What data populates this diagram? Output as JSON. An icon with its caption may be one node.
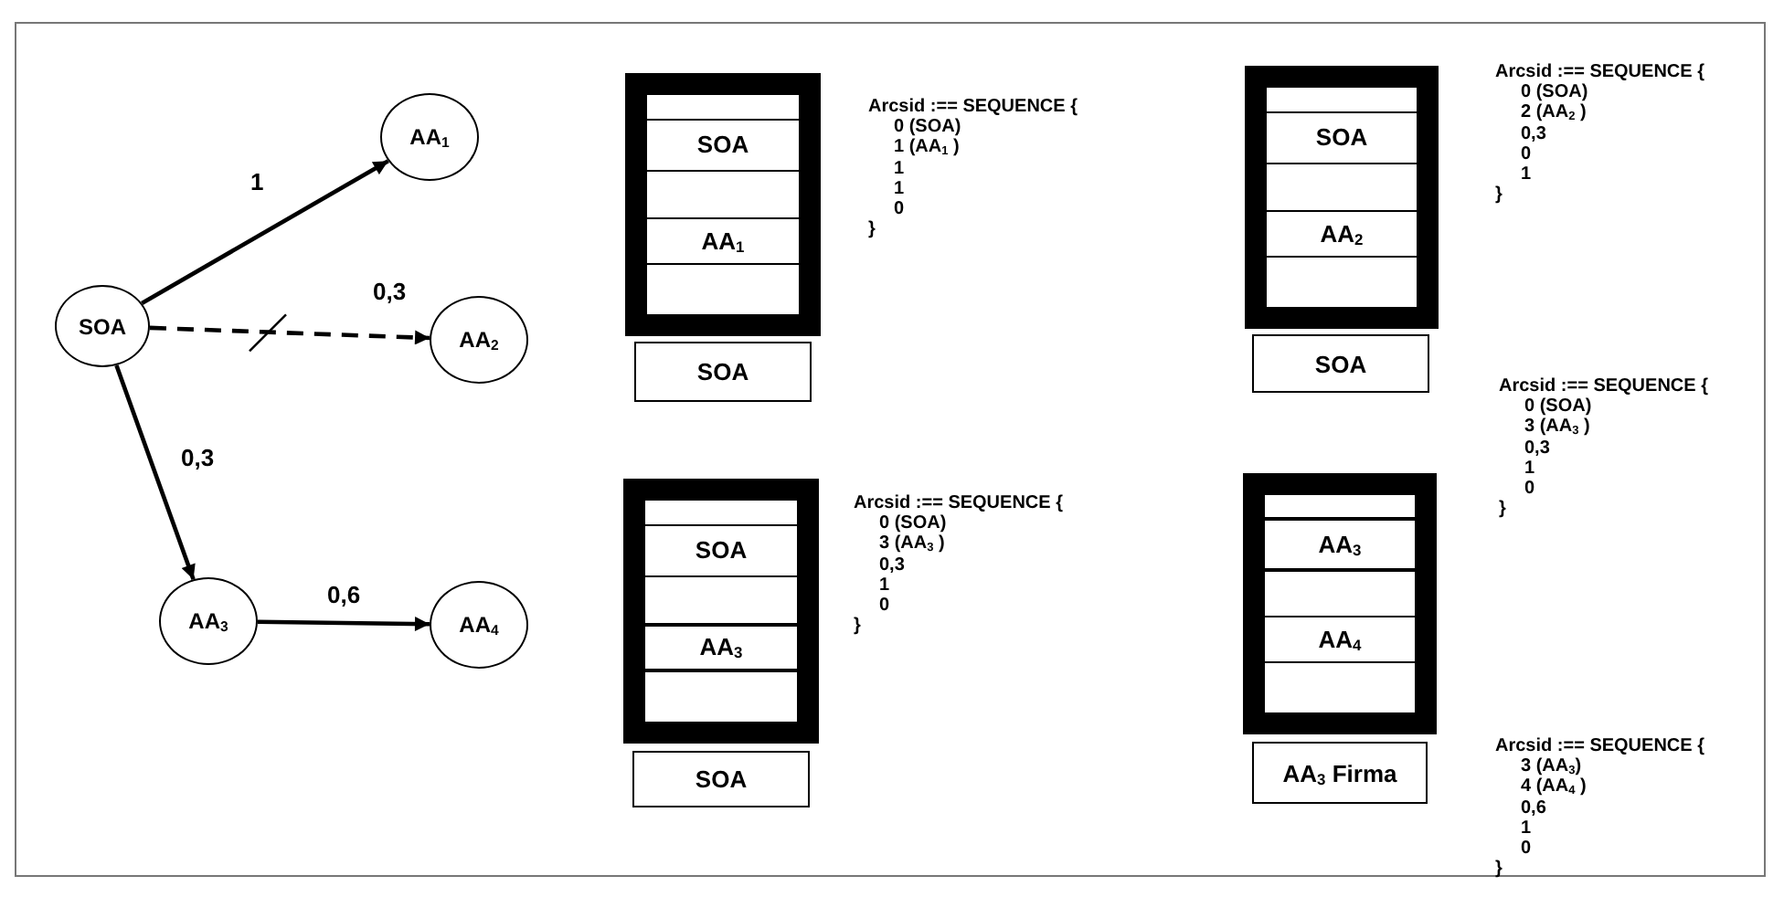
{
  "diagram": {
    "nodes": [
      {
        "text": [
          "SOA"
        ]
      },
      {
        "text": [
          "AA$_{1}$"
        ]
      },
      {
        "text": [
          "AA$_{2}$"
        ]
      },
      {
        "text": [
          "AA$_{3}$"
        ]
      },
      {
        "text": [
          "AA$_{4}$"
        ]
      },
      {
        "text": [],
        "shape": "box"
      },
      {
        "text": [],
        "shape": "box",
        "in": 5
      },
      {
        "text": [
          "SOA"
        ],
        "in": 5
      },
      {
        "text": [],
        "shape": "box",
        "in": 5
      },
      {
        "text": [
          "AA$_{1}$"
        ],
        "in": 5
      },
      {
        "text": [],
        "shape": "box",
        "in": 5
      },
      {
        "text": [
          "SOA"
        ]
      },
      {
        "text": [],
        "shape": "box"
      },
      {
        "text": [],
        "shape": "box",
        "in": 12
      },
      {
        "text": [
          "SOA"
        ],
        "in": 12
      },
      {
        "text": [],
        "shape": "box",
        "in": 12
      },
      {
        "text": [
          "AA$_{2}$"
        ],
        "in": 12
      },
      {
        "text": [],
        "shape": "box",
        "in": 12
      },
      {
        "text": [
          "SOA"
        ]
      },
      {
        "text": [],
        "shape": "box"
      },
      {
        "text": [],
        "shape": "box",
        "in": 19
      },
      {
        "text": [
          "SOA"
        ],
        "in": 19
      },
      {
        "text": [],
        "shape": "box",
        "in": 19
      },
      {
        "text": [
          "AA$_{3}$"
        ],
        "in": 19
      },
      {
        "text": [],
        "shape": "box",
        "in": 19
      },
      {
        "text": [
          "SOA"
        ]
      },
      {
        "text": [],
        "shape": "box"
      },
      {
        "text": [],
        "shape": "box",
        "in": 26
      },
      {
        "text": [
          "AA$_{3}$"
        ],
        "in": 26
      },
      {
        "text": [],
        "shape": "box",
        "in": 26
      },
      {
        "text": [
          "AA$_{4}$"
        ],
        "in": 26
      },
      {
        "text": [],
        "shape": "box",
        "in": 26
      },
      {
        "text": [
          "AA$_{3}$ Firma"
        ]
      }
    ],
    "edges": [
      {
        "from": 0,
        "to": 1,
        "arrow": "to",
        "label": "1"
      },
      {
        "from": 0,
        "to": 2,
        "arrow": "to",
        "label": "0,3",
        "style": "dashed"
      },
      {
        "from": 0,
        "to": 3,
        "arrow": "to",
        "label": "0,3"
      },
      {
        "from": 3,
        "to": 4,
        "arrow": "to",
        "label": "0,6"
      }
    ],
    "labels": [
      "Arcsid :== SEQUENCE {",
      "0 (SOA)",
      "1 (AA$_{1}$ )",
      "1",
      "1",
      "0",
      "}",
      "Arcsid :== SEQUENCE {",
      "0 (SOA)",
      "2 (AA$_{2}$ )",
      "0,3",
      "0",
      "1",
      "}",
      "Arcsid :== SEQUENCE {",
      "0 (SOA)",
      "3 (AA$_{3}$ )",
      "0,3",
      "1",
      "0",
      "}",
      "Arcsid :== SEQUENCE {",
      "0 (SOA)",
      "3 (AA$_{3}$ )",
      "0,3",
      "1",
      "0",
      "}",
      "Arcsid :== SEQUENCE {",
      "3 (AA$_{3}$)",
      "4 (AA$_{4}$ )",
      "0,6",
      "1",
      "0",
      "}"
    ]
  }
}
